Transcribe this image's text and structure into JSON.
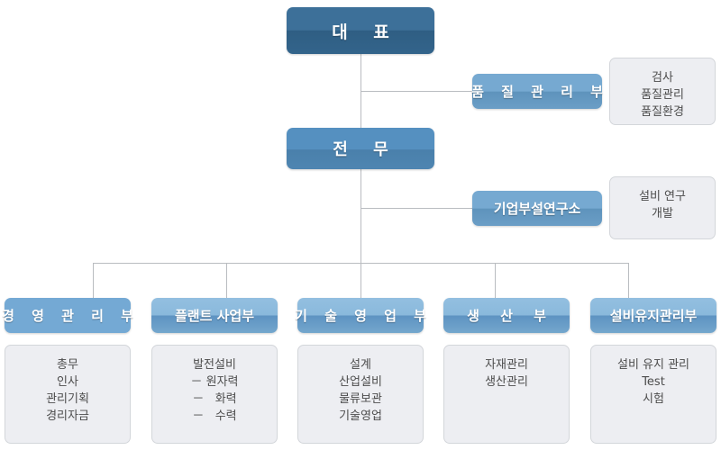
{
  "chart": {
    "type": "org-chart",
    "title": "조직도",
    "colors": {
      "ceo_box": "#3d7099",
      "exec_box": "#5590c0",
      "staff_box": "#76a9d1",
      "dept_flat": "#74a9d4",
      "dept_gradient_top": "#93bfe0",
      "dept_gradient_bottom": "#5e93c2",
      "detail_bg": "#edeef2",
      "detail_border": "#d3d6da",
      "line": "#b9bcc0",
      "node_text": "#ffffff",
      "detail_text": "#4c4c4c"
    },
    "levels": {
      "ceo": {
        "label": "대  표",
        "name": "ceo"
      },
      "executive": {
        "label": "전  무",
        "name": "executive-director"
      }
    },
    "staff_units": [
      {
        "name": "quality-control",
        "label": "품 질 관 리 부",
        "details": [
          "검사",
          "품질관리",
          "품질환경"
        ]
      },
      {
        "name": "rnd-institute",
        "label": "기업부설연구소",
        "details": [
          "설비 연구",
          "개발"
        ]
      }
    ],
    "departments": [
      {
        "name": "management-admin",
        "label": "경 영 관 리 부",
        "details": [
          "총무",
          "인사",
          "관리기획",
          "경리자금"
        ]
      },
      {
        "name": "plant-business",
        "label": "플랜트 사업부",
        "details": [
          "발전설비",
          "－ 원자력",
          "－   화력",
          "－   수력"
        ]
      },
      {
        "name": "technical-sales",
        "label": "기 술 영 업 부",
        "details": [
          "설계",
          "산업설비",
          "물류보관",
          "기술영업"
        ]
      },
      {
        "name": "production",
        "label": "생  산  부",
        "details": [
          "자재관리",
          "생산관리"
        ]
      },
      {
        "name": "facility-maintenance",
        "label": "설비유지관리부",
        "details": [
          "설비 유지 관리",
          "Test",
          "시험"
        ]
      }
    ]
  }
}
